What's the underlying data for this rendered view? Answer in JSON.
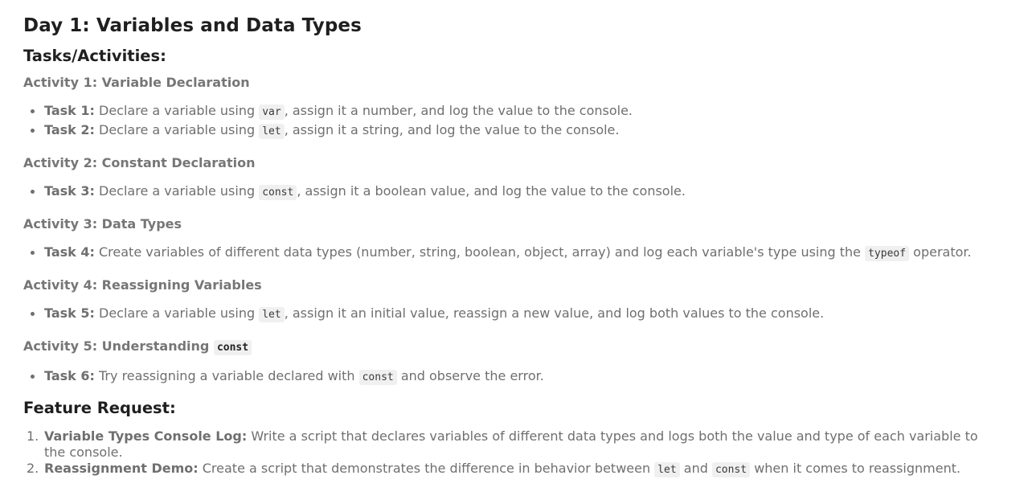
{
  "title": "Day 1: Variables and Data Types",
  "tasks_heading": "Tasks/Activities:",
  "activities": [
    {
      "heading": "Activity 1: Variable Declaration",
      "tasks": [
        {
          "label": "Task 1:",
          "before": " Declare a variable using ",
          "code": "var",
          "after": ", assign it a number, and log the value to the console."
        },
        {
          "label": "Task 2:",
          "before": " Declare a variable using ",
          "code": "let",
          "after": ", assign it a string, and log the value to the console."
        }
      ]
    },
    {
      "heading": "Activity 2: Constant Declaration",
      "tasks": [
        {
          "label": "Task 3:",
          "before": " Declare a variable using ",
          "code": "const",
          "after": ", assign it a boolean value, and log the value to the console."
        }
      ]
    },
    {
      "heading": "Activity 3: Data Types",
      "tasks": [
        {
          "label": "Task 4:",
          "before": " Create variables of different data types (number, string, boolean, object, array) and log each variable's type using the ",
          "code": "typeof",
          "after": " operator."
        }
      ]
    },
    {
      "heading": "Activity 4: Reassigning Variables",
      "tasks": [
        {
          "label": "Task 5:",
          "before": " Declare a variable using ",
          "code": "let",
          "after": ", assign it an initial value, reassign a new value, and log both values to the console."
        }
      ]
    },
    {
      "heading": "Activity 5: Understanding ",
      "heading_code": "const",
      "tasks": [
        {
          "label": "Task 6:",
          "before": " Try reassigning a variable declared with ",
          "code": "const",
          "after": " and observe the error."
        }
      ]
    }
  ],
  "feature_heading": "Feature Request:",
  "features": [
    {
      "num": "1.",
      "label": "Variable Types Console Log:",
      "text": " Write a script that declares variables of different data types and logs both the value and type of each variable to the console."
    },
    {
      "num": "2.",
      "label": "Reassignment Demo:",
      "before": " Create a script that demonstrates the difference in behavior between ",
      "code1": "let",
      "middle": " and ",
      "code2": "const",
      "after": " when it comes to reassignment."
    }
  ]
}
